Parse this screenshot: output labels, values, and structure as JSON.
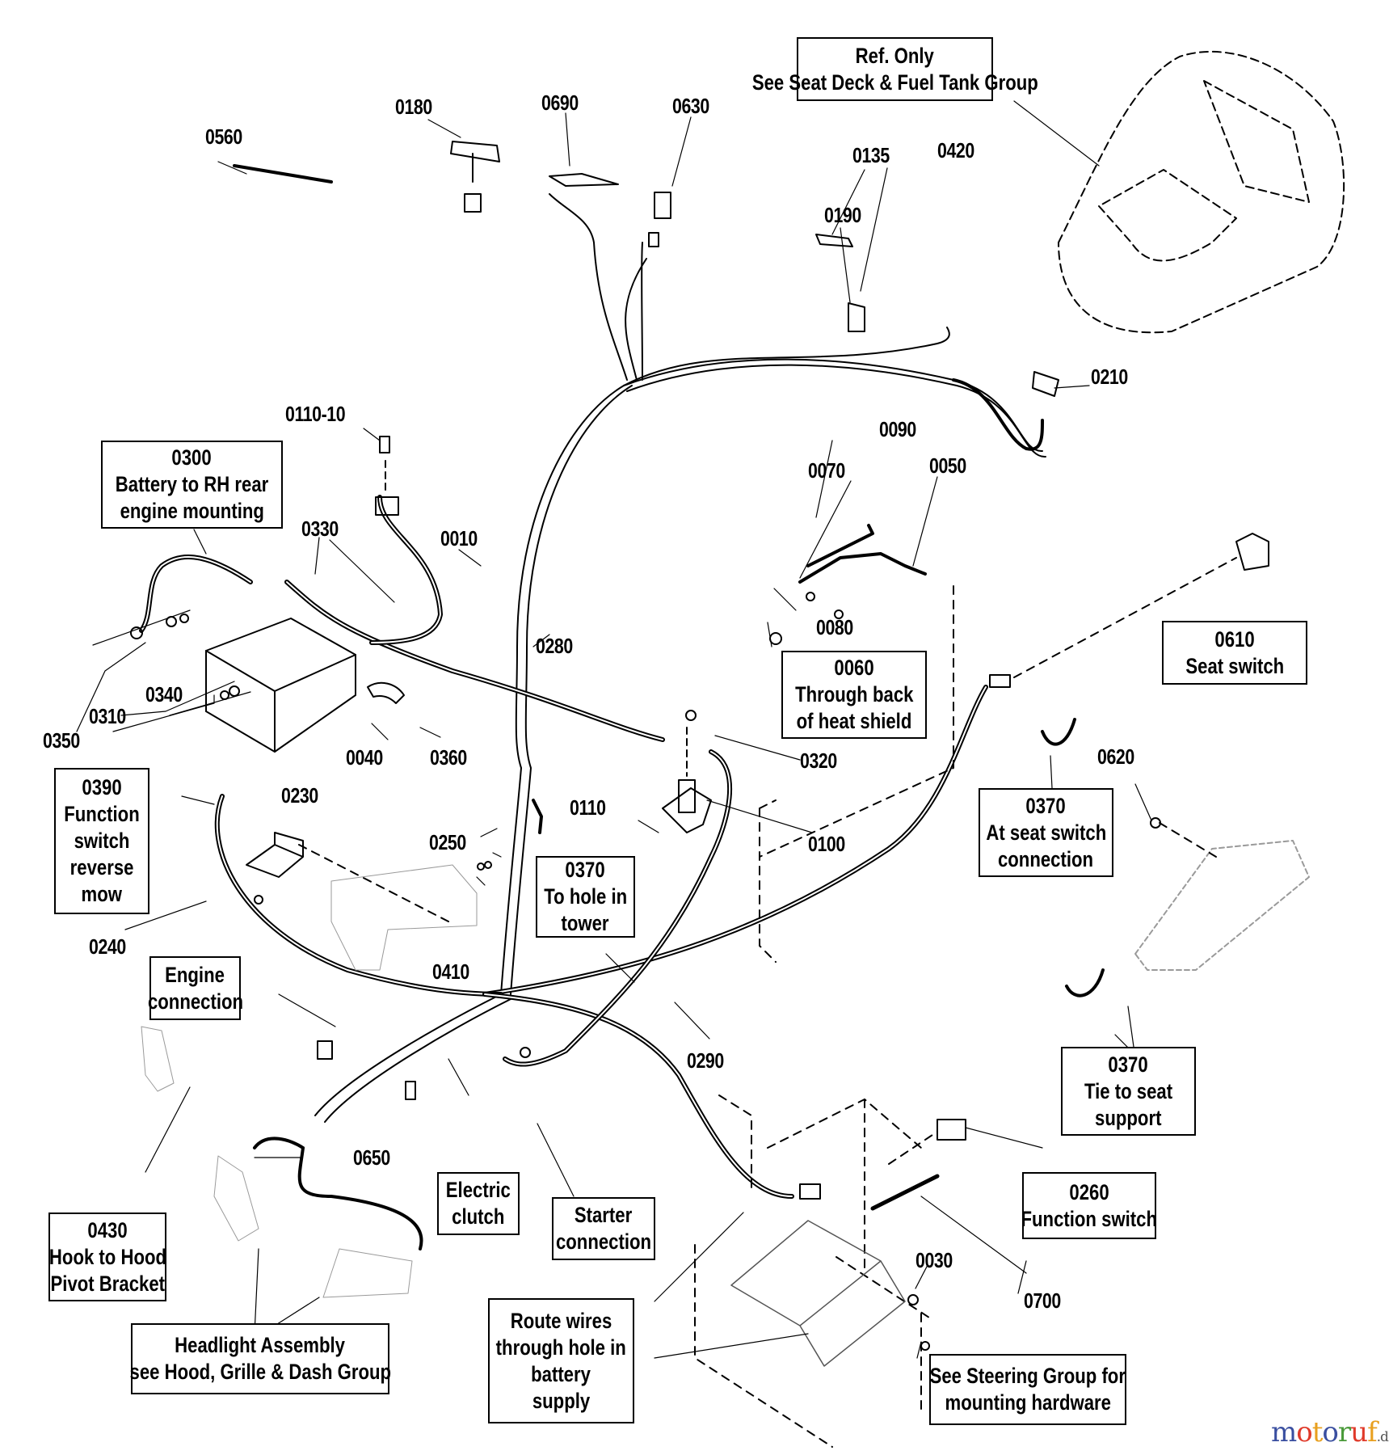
{
  "diagram": {
    "type": "exploded parts diagram - wiring harness",
    "part_labels": [
      {
        "id": "p0560",
        "text": "0560"
      },
      {
        "id": "p0180",
        "text": "0180"
      },
      {
        "id": "p0690",
        "text": "0690"
      },
      {
        "id": "p0630",
        "text": "0630"
      },
      {
        "id": "p0135",
        "text": "0135"
      },
      {
        "id": "p0420",
        "text": "0420"
      },
      {
        "id": "p0190",
        "text": "0190"
      },
      {
        "id": "p0210",
        "text": "0210"
      },
      {
        "id": "p0110_10",
        "text": "0110-10"
      },
      {
        "id": "p0330",
        "text": "0330"
      },
      {
        "id": "p0010",
        "text": "0010"
      },
      {
        "id": "p0090",
        "text": "0090"
      },
      {
        "id": "p0070",
        "text": "0070"
      },
      {
        "id": "p0050",
        "text": "0050"
      },
      {
        "id": "p0080",
        "text": "0080"
      },
      {
        "id": "p0280",
        "text": "0280"
      },
      {
        "id": "p0340",
        "text": "0340"
      },
      {
        "id": "p0310",
        "text": "0310"
      },
      {
        "id": "p0350",
        "text": "0350"
      },
      {
        "id": "p0040",
        "text": "0040"
      },
      {
        "id": "p0360",
        "text": "0360"
      },
      {
        "id": "p0320",
        "text": "0320"
      },
      {
        "id": "p0230",
        "text": "0230"
      },
      {
        "id": "p0110",
        "text": "0110"
      },
      {
        "id": "p0100",
        "text": "0100"
      },
      {
        "id": "p0620",
        "text": "0620"
      },
      {
        "id": "p0250",
        "text": "0250"
      },
      {
        "id": "p0240",
        "text": "0240"
      },
      {
        "id": "p0410",
        "text": "0410"
      },
      {
        "id": "p0290",
        "text": "0290"
      },
      {
        "id": "p0650",
        "text": "0650"
      },
      {
        "id": "p0030",
        "text": "0030"
      },
      {
        "id": "p0700",
        "text": "0700"
      }
    ],
    "callout_boxes": [
      {
        "id": "ref_only",
        "lines": [
          "Ref. Only",
          "See Seat Deck & Fuel Tank Group"
        ]
      },
      {
        "id": "b0300",
        "lines": [
          "0300",
          "Battery to RH rear",
          "engine mounting"
        ]
      },
      {
        "id": "b0060",
        "lines": [
          "0060",
          "Through back",
          "of heat shield"
        ]
      },
      {
        "id": "b0610",
        "lines": [
          "0610",
          "Seat switch"
        ]
      },
      {
        "id": "b0390",
        "lines": [
          "0390",
          "Function",
          "switch",
          "reverse",
          "mow"
        ]
      },
      {
        "id": "b0370_tower",
        "lines": [
          "0370",
          "To hole in",
          "tower"
        ]
      },
      {
        "id": "b0370_seat",
        "lines": [
          "0370",
          "At seat switch",
          "connection"
        ]
      },
      {
        "id": "engine_conn",
        "lines": [
          "Engine",
          "connection"
        ]
      },
      {
        "id": "b0370_tie",
        "lines": [
          "0370",
          "Tie to seat",
          "support"
        ]
      },
      {
        "id": "b0260",
        "lines": [
          "0260",
          "Function switch"
        ]
      },
      {
        "id": "electric_clutch",
        "lines": [
          "Electric",
          "clutch"
        ]
      },
      {
        "id": "starter_conn",
        "lines": [
          "Starter",
          "connection"
        ]
      },
      {
        "id": "b0430",
        "lines": [
          "0430",
          "Hook to Hood",
          "Pivot Bracket"
        ]
      },
      {
        "id": "headlight",
        "lines": [
          "Headlight Assembly",
          "see Hood, Grille & Dash Group"
        ]
      },
      {
        "id": "route_wires",
        "lines": [
          "Route wires",
          "through hole in",
          "battery",
          "supply"
        ]
      },
      {
        "id": "steering",
        "lines": [
          "See Steering Group for",
          "mounting hardware"
        ]
      }
    ],
    "watermark": {
      "letters": [
        {
          "ch": "m",
          "color": "#3a4fa0"
        },
        {
          "ch": "o",
          "color": "#e03a2a"
        },
        {
          "ch": "t",
          "color": "#e8a020"
        },
        {
          "ch": "o",
          "color": "#3a4fa0"
        },
        {
          "ch": "r",
          "color": "#4a9a3a"
        },
        {
          "ch": "u",
          "color": "#e03a2a"
        },
        {
          "ch": "f",
          "color": "#e8a020"
        }
      ],
      "suffix": ".de"
    },
    "colors": {
      "ink": "#000000",
      "background": "#ffffff",
      "ghost": "#9a9a9a"
    }
  }
}
